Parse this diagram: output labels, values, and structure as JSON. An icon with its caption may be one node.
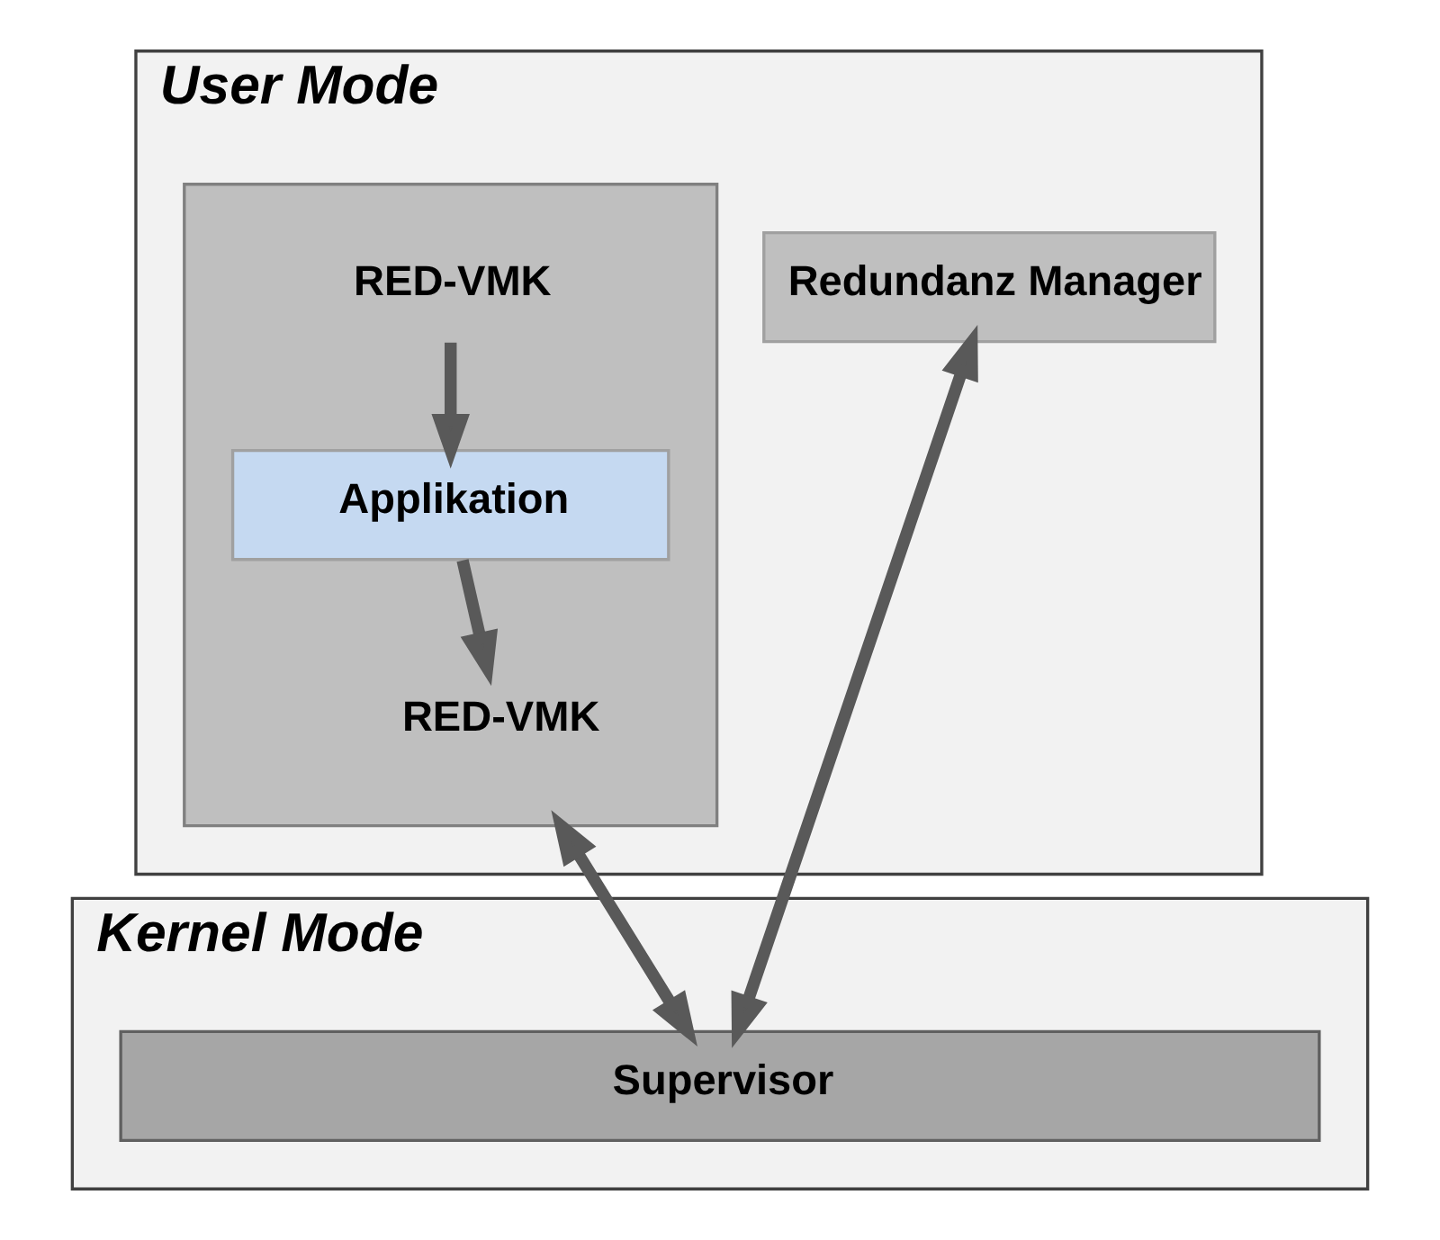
{
  "diagram": {
    "nodes": [
      {
        "text": [
          "User Mode"
        ]
      },
      {
        "text": [],
        "shape": "box",
        "in": 0
      },
      {
        "text": [
          "RED-VMK"
        ],
        "in": 1
      },
      {
        "text": [
          "Applikation"
        ],
        "in": 1
      },
      {
        "text": [
          "RED-VMK"
        ],
        "in": 1
      },
      {
        "text": [
          "Redundanz Manager"
        ],
        "in": 0
      },
      {
        "text": [
          "Kernel Mode"
        ]
      },
      {
        "text": [
          "Supervisor"
        ],
        "in": 6
      }
    ],
    "edges": [
      {
        "from": 2,
        "to": 3,
        "arrow": "to"
      },
      {
        "from": 3,
        "to": 4,
        "arrow": "to"
      },
      {
        "from": 1,
        "to": 7,
        "arrow": "both"
      },
      {
        "from": 5,
        "to": 7,
        "arrow": "both"
      }
    ]
  }
}
